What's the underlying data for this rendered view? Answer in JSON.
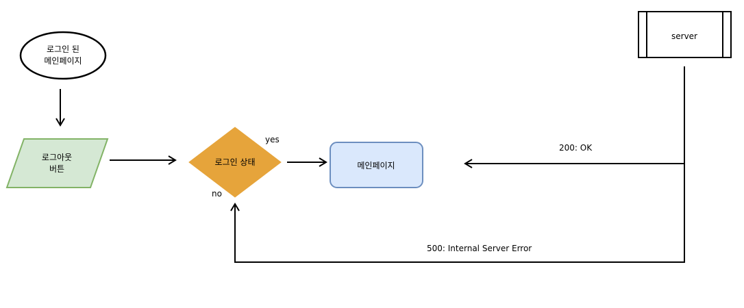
{
  "nodes": {
    "start": {
      "line1": "로그인 된",
      "line2": "메인페이지"
    },
    "logout_button": {
      "line1": "로그아웃",
      "line2": "버튼"
    },
    "decision": {
      "label": "로그인 상태"
    },
    "main_page": {
      "label": "메인페이지"
    },
    "server": {
      "label": "server"
    }
  },
  "edge_labels": {
    "yes": "yes",
    "no": "no",
    "ok": "200: OK",
    "error": "500: Internal Server Error"
  },
  "colors": {
    "logout_fill": "#d5e8d4",
    "logout_stroke": "#82b366",
    "decision_fill": "#e6a43b",
    "main_fill": "#dae8fc",
    "main_stroke": "#6c8ebf"
  }
}
